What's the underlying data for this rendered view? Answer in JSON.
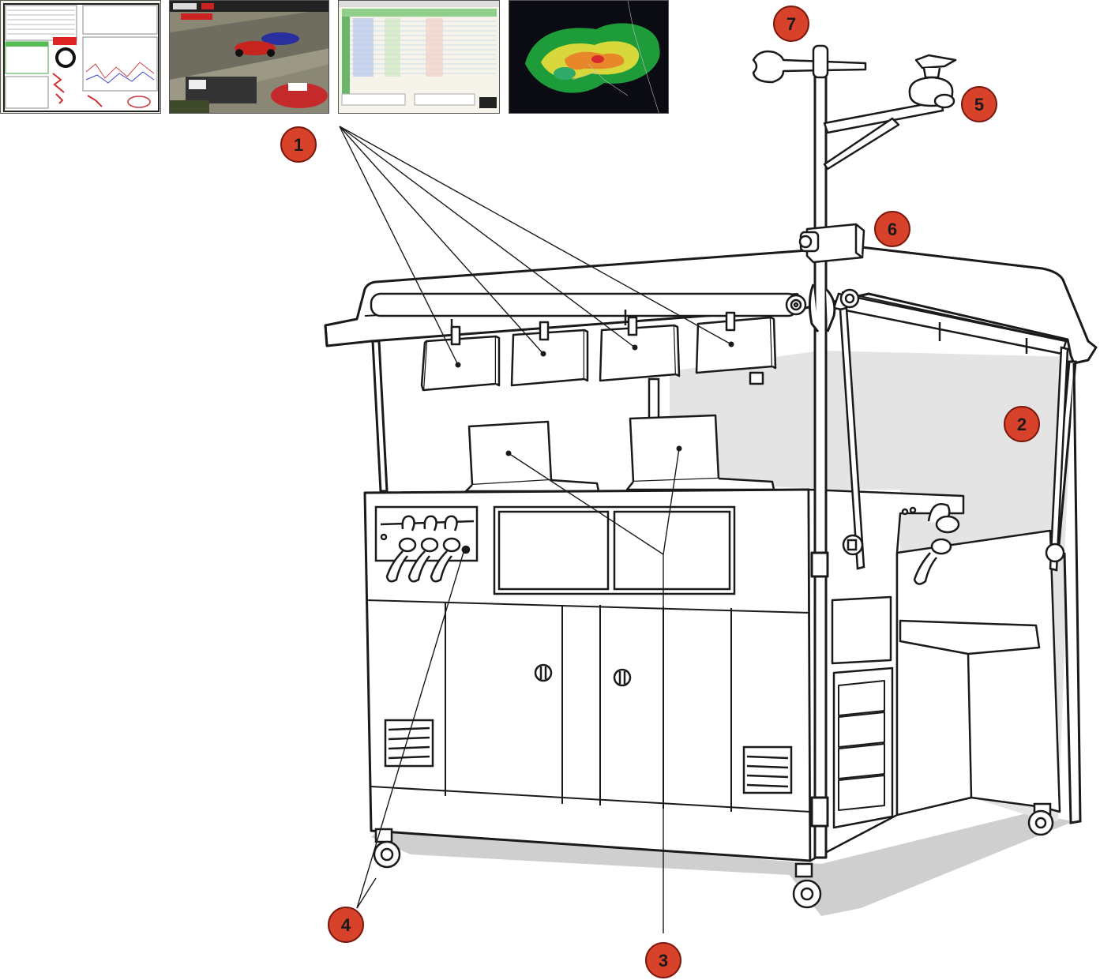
{
  "callouts": [
    {
      "id": "1",
      "label": "1"
    },
    {
      "id": "2",
      "label": "2"
    },
    {
      "id": "3",
      "label": "3"
    },
    {
      "id": "4",
      "label": "4"
    },
    {
      "id": "5",
      "label": "5"
    },
    {
      "id": "6",
      "label": "6"
    },
    {
      "id": "7",
      "label": "7"
    }
  ],
  "thumbnails": [
    {
      "name": "telemetry-screen-thumbnail",
      "content": "telemetry-dashboard"
    },
    {
      "name": "race-video-thumbnail",
      "content": "race-video"
    },
    {
      "name": "timing-spreadsheet-thumbnail",
      "content": "timing-spreadsheet"
    },
    {
      "name": "weather-radar-thumbnail",
      "content": "weather-radar"
    }
  ],
  "colors": {
    "callout_fill": "#d8412a",
    "callout_stroke": "#7a1a0e",
    "line": "#1a1a1a",
    "panel_gray": "#e4e4e4",
    "shadow_gray": "#cfcfcf",
    "radar_bg": "#0b0b14",
    "video_road": "#7d7a6e",
    "sheet_green": "#8fcf8a"
  }
}
